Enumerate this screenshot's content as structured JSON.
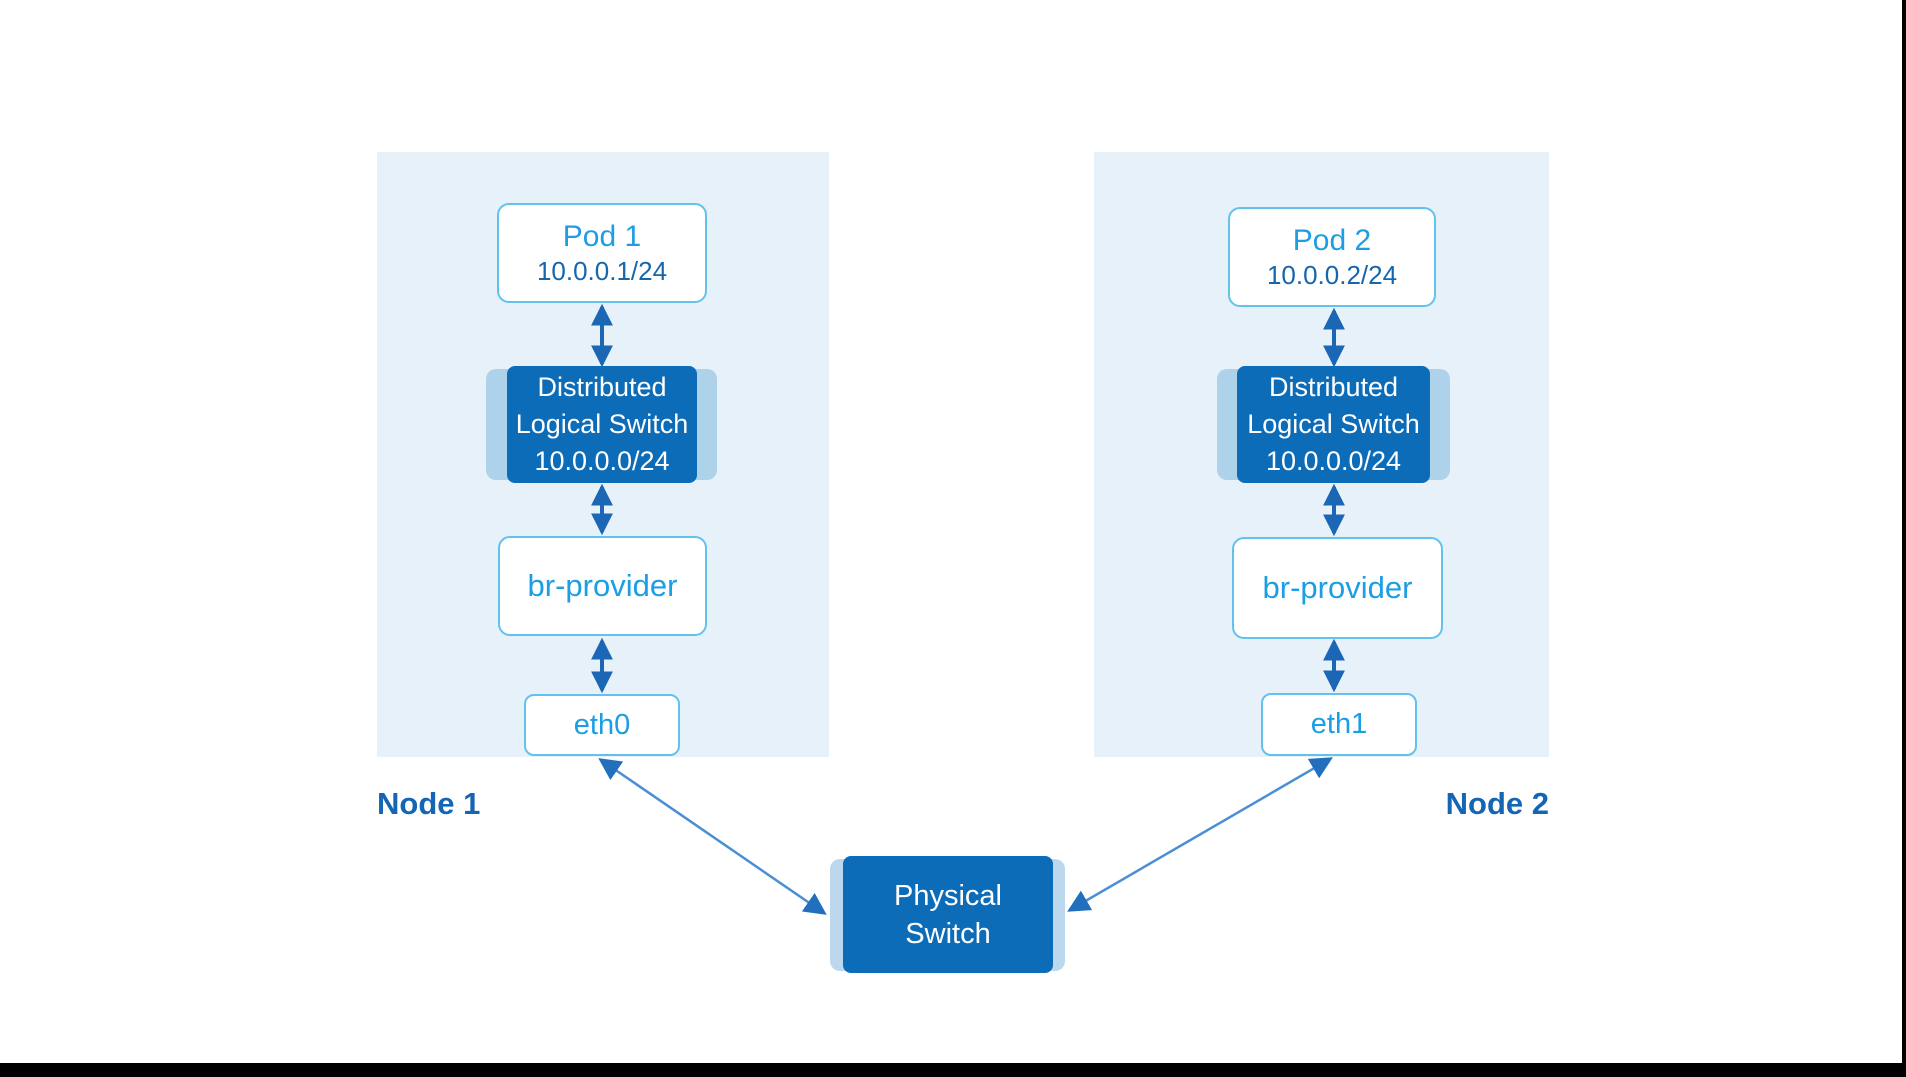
{
  "diagram": {
    "nodes": [
      {
        "label": "Node 1",
        "pod": {
          "name": "Pod 1",
          "ip": "10.0.0.1/24"
        },
        "logical_switch": {
          "line1": "Distributed",
          "line2": "Logical Switch",
          "subnet": "10.0.0.0/24"
        },
        "bridge": "br-provider",
        "interface": "eth0"
      },
      {
        "label": "Node 2",
        "pod": {
          "name": "Pod 2",
          "ip": "10.0.0.2/24"
        },
        "logical_switch": {
          "line1": "Distributed",
          "line2": "Logical Switch",
          "subnet": "10.0.0.0/24"
        },
        "bridge": "br-provider",
        "interface": "eth1"
      }
    ],
    "physical_switch": {
      "line1": "Physical",
      "line2": "Switch"
    },
    "colors": {
      "node_background": "#e6f1f9",
      "white_box_border": "#63c1ee",
      "dark_blue_fill": "#0d6cb8",
      "highlight_band": "#aed2ea",
      "switch_band": "#bcd8ee",
      "pod_name_text": "#1b9ee4",
      "ip_text": "#1566ac",
      "node_label_text": "#1565b5",
      "arrow_dark": "#1c67b5",
      "arrow_light": "#4a8fd4"
    }
  }
}
